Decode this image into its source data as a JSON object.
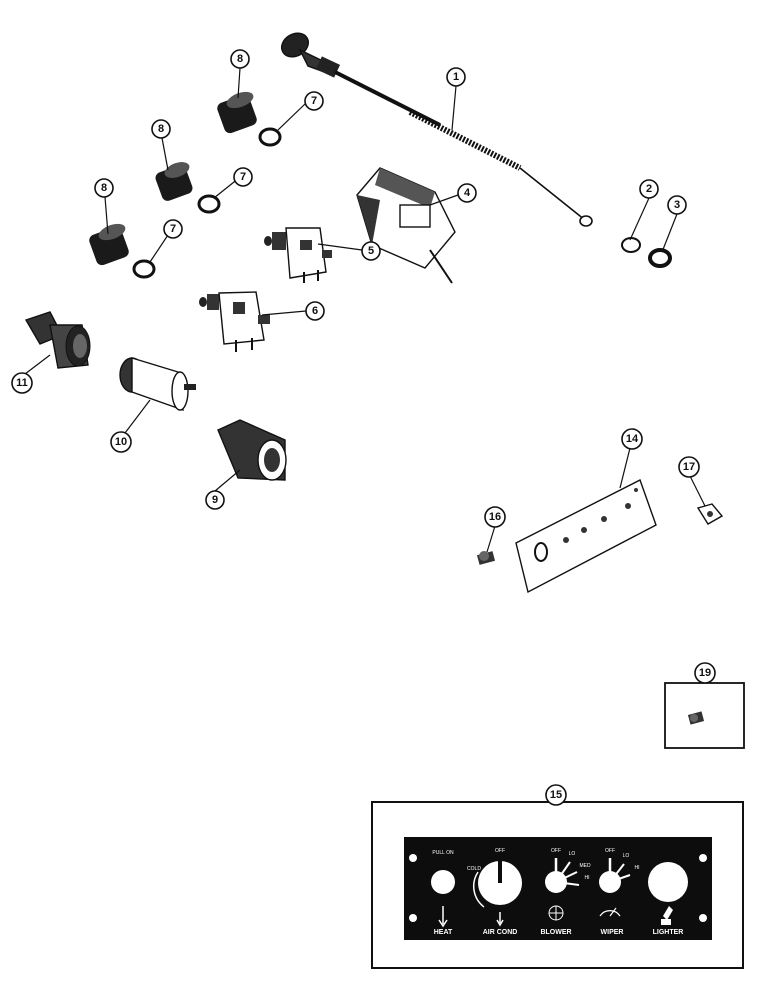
{
  "callouts": {
    "c1": "1",
    "c2": "2",
    "c3": "3",
    "c4": "4",
    "c5": "5",
    "c6": "6",
    "c7a": "7",
    "c7b": "7",
    "c7c": "7",
    "c8a": "8",
    "c8b": "8",
    "c8c": "8",
    "c9": "9",
    "c10": "10",
    "c11": "11",
    "c14": "14",
    "c15": "15",
    "c16": "16",
    "c17": "17",
    "c19": "19"
  },
  "panel": {
    "pull_on": "PULL ON",
    "off_ac": "OFF",
    "cold": "COLD",
    "off_blower": "OFF",
    "lo_blower": "LO",
    "med": "MED",
    "hi_blower": "HI",
    "off_wiper": "OFF",
    "lo_wiper": "LO",
    "hi_wiper": "HI",
    "heat": "HEAT",
    "air_cond": "AIR COND",
    "blower": "BLOWER",
    "wiper": "WIPER",
    "lighter": "LIGHTER"
  },
  "colors": {
    "ink": "#111111",
    "panel": "#0d0d0d",
    "paper": "#ffffff"
  }
}
